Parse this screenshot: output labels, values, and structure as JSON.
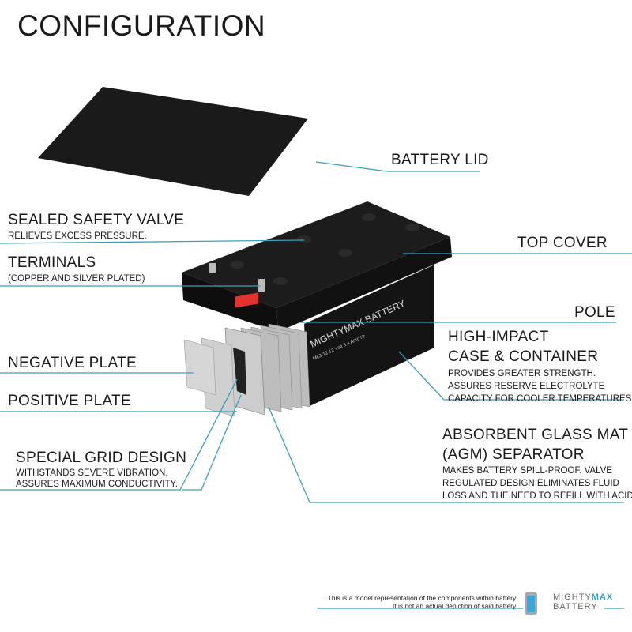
{
  "title": "CONFIGURATION",
  "labels": {
    "battery_lid": {
      "title": "BATTERY LID"
    },
    "sealed_valve": {
      "title": "SEALED SAFETY VALVE",
      "sub": [
        "RELIEVES EXCESS PRESSURE."
      ]
    },
    "top_cover": {
      "title": "TOP COVER"
    },
    "terminals": {
      "title": "TERMINALS",
      "sub": [
        "(COPPER AND SILVER PLATED)"
      ]
    },
    "pole": {
      "title": "POLE"
    },
    "case": {
      "title": [
        "HIGH-IMPACT",
        "CASE & CONTAINER"
      ],
      "sub": [
        "PROVIDES GREATER STRENGTH.",
        "ASSURES RESERVE ELECTROLYTE",
        "CAPACITY FOR COOLER TEMPERATURES."
      ]
    },
    "negative_plate": {
      "title": "NEGATIVE PLATE"
    },
    "positive_plate": {
      "title": "POSITIVE PLATE"
    },
    "agm": {
      "title": [
        "ABSORBENT GLASS MAT",
        "(AGM) SEPARATOR"
      ],
      "sub": [
        "MAKES BATTERY SPILL-PROOF. VALVE",
        "REGULATED DESIGN ELIMINATES FLUID",
        "LOSS AND THE NEED TO REFILL WITH ACID."
      ]
    },
    "grid": {
      "title": "SPECIAL GRID DESIGN",
      "sub": [
        "WITHSTANDS SEVERE VIBRATION,",
        "ASSURES MAXIMUM CONDUCTIVITY."
      ]
    }
  },
  "footer": {
    "disclaimer": [
      "This is a model representation of the components within battery.",
      "It is not an actual depiction of said battery."
    ],
    "logo": {
      "line1a": "MIGHTY",
      "line1b": "MAX",
      "line2": "BATTERY"
    }
  },
  "battery_print": {
    "brand": "MIGHTYMAX BATTERY",
    "model": "ML3-12  12 Volt 3.4 Amp Hr"
  },
  "colors": {
    "leader_line": "#3a9fb8",
    "case": "#141414",
    "terminal_red": "#e0342c",
    "plate": "#c8c8c8"
  }
}
